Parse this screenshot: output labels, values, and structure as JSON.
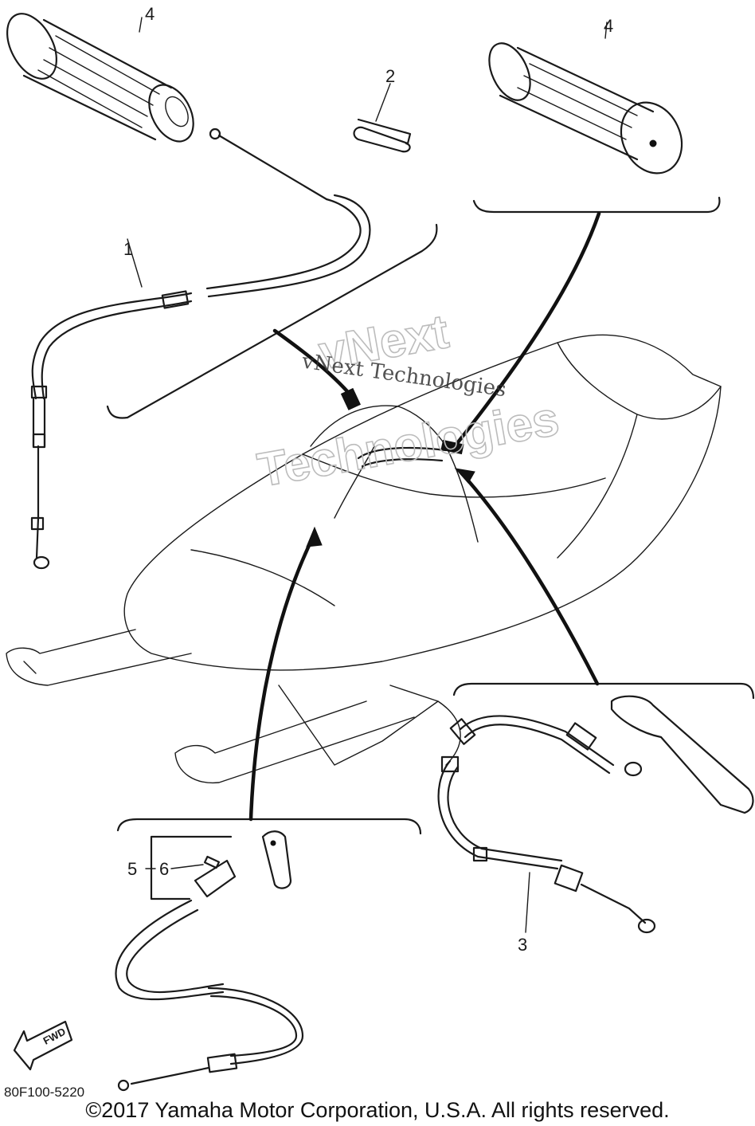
{
  "callouts": {
    "grip_left": "4",
    "grip_right": "4",
    "clip": "2",
    "throttle_cable": "1",
    "brake_cable": "3",
    "choke_assembly": "5",
    "choke_pin": "6"
  },
  "diagram_code": "80F100-5220",
  "fwd_label": "FWD",
  "watermark": {
    "line_serif": "vNext Technologies",
    "line_outline_1": "vNext",
    "line_outline_2": "Technologies"
  },
  "copyright": "©2017 Yamaha Motor Corporation, U.S.A. All rights reserved."
}
